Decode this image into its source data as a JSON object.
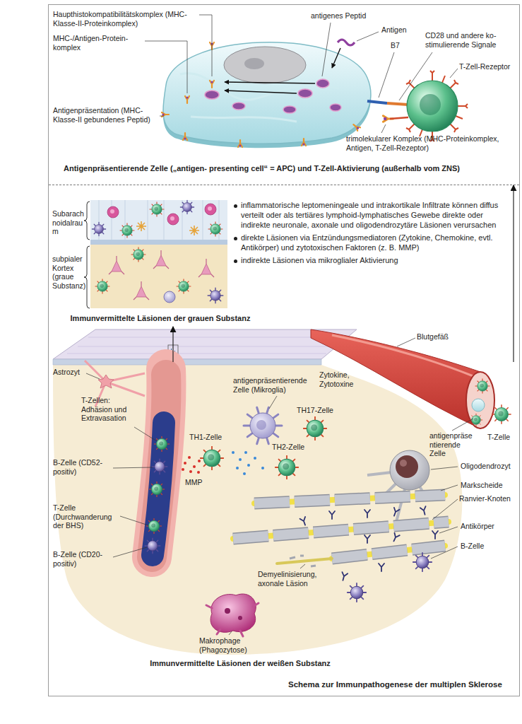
{
  "diagram": {
    "caption": "Schema zur Immunpathogenese der multiplen Sklerose",
    "nodes": [
      {
        "text": [
          "Antigenpräsentierende Zelle („antigen- presenting cell“ = APC) und T-Zell-Aktivierung (außerhalb vom ZNS)"
        ]
      },
      {
        "text": [
          "Immunvermittelte Läsionen der grauen Substanz"
        ]
      },
      {
        "text": [
          "Immunvermittelte Läsionen der weißen Substanz"
        ]
      }
    ],
    "edges": [
      {
        "from": 2,
        "to": 1,
        "arrow": "to"
      },
      {
        "from": 2,
        "to": 0,
        "arrow": "to"
      }
    ],
    "labels": [
      "Haupthistokompatibilitätskomplex (MHC-Klasse-II-Proteinkomplex)",
      "MHC-/Antigen-Protein-komplex",
      "antigenes Peptid",
      "Antigen",
      "B7",
      "CD28 und andere ko-stimulierende Signale",
      "T-Zell-Rezeptor",
      "Antigenpräsentation (MHC-Klasse-II gebundenes Peptid)",
      "trimolekularer Komplex (MHC-Proteinkomplex, Antigen, T-Zell-Rezeptor)",
      "Subarachnoidalraum",
      "subpialer Kortex (graue Substanz)",
      "inflammatorische leptomeningeale und intrakortikale Infiltrate können diffus verteilt oder als tertiäres lymphoid-lymphatisches Gewebe direkte oder indirekte neuronale, axonale und oligodendrozytäre Läsionen verursachen",
      "direkte Läsionen via Entzündungsmediatoren (Zytokine, Chemokine, evtl. Antikörper) und zytotoxischen Faktoren (z. B. MMP)",
      "indirekte Läsionen via mikroglialer Aktivierung",
      "Astrozyt",
      "Blutgefäß",
      "antigenpräsentierende Zelle (Mikroglia)",
      "Zytokine, Zytotoxine",
      "T-Zellen: Adhäsion und Extravasation",
      "TH17-Zelle",
      "TH1-Zelle",
      "TH2-Zelle",
      "MMP",
      "B-Zelle (CD52-positiv)",
      "antigenpräsentierende Zelle",
      "T-Zelle",
      "Oligodendrozyt",
      "Markscheide",
      "Ranvier-Knoten",
      "T-Zelle (Durchwanderung der BHS)",
      "Antikörper",
      "B-Zelle (CD20-positiv)",
      "B-Zelle",
      "Demyelinisierung, axonale Läsion",
      "Makrophage (Phagozytose)"
    ]
  }
}
